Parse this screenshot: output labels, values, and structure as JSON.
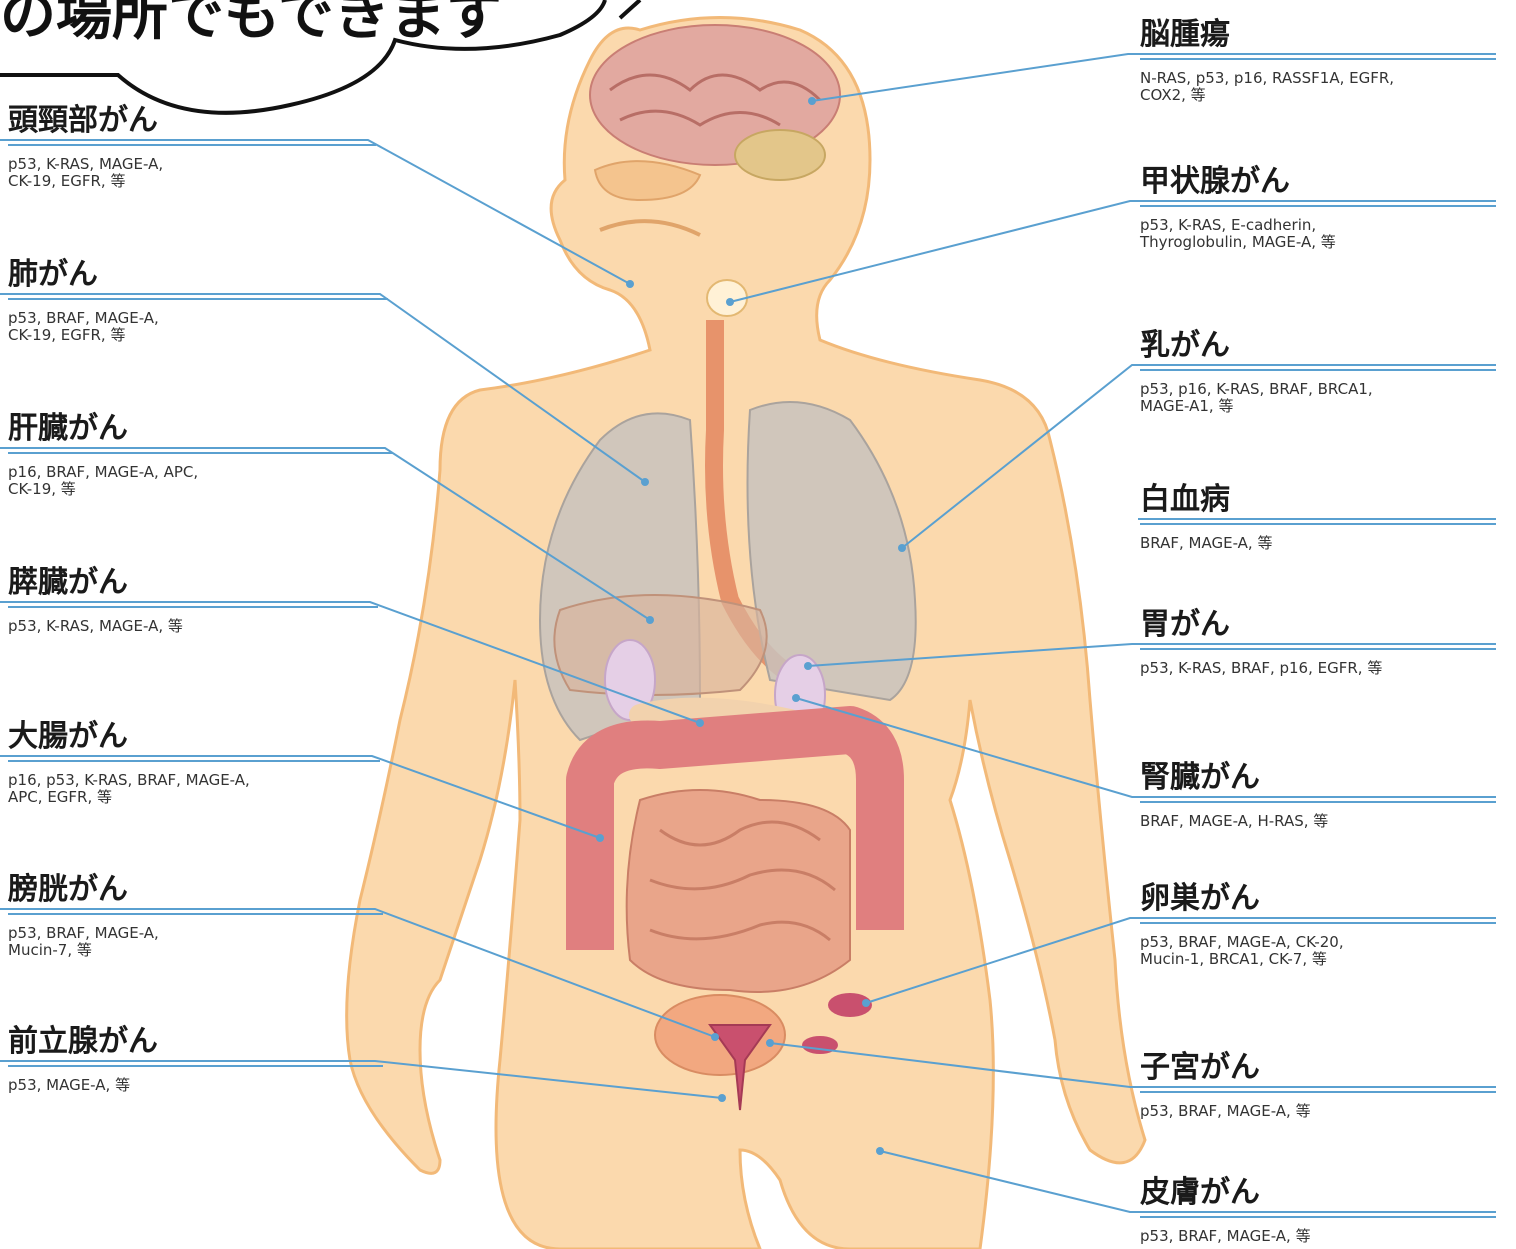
{
  "bubble": {
    "text": "の場所でもできます"
  },
  "labels": {
    "head_neck": {
      "name": "頭頸部がん",
      "markers": "p53, K-RAS, MAGE-A,\nCK-19, EGFR, 等"
    },
    "lung": {
      "name": "肺がん",
      "markers": "p53, BRAF, MAGE-A,\nCK-19, EGFR, 等"
    },
    "liver": {
      "name": "肝臓がん",
      "markers": "p16, BRAF, MAGE-A, APC,\nCK-19, 等"
    },
    "pancreas": {
      "name": "膵臓がん",
      "markers": "p53, K-RAS, MAGE-A, 等"
    },
    "colon": {
      "name": "大腸がん",
      "markers": "p16, p53, K-RAS, BRAF, MAGE-A,\nAPC, EGFR, 等"
    },
    "bladder": {
      "name": "膀胱がん",
      "markers": "p53, BRAF, MAGE-A,\nMucin-7, 等"
    },
    "prostate": {
      "name": "前立腺がん",
      "markers": "p53, MAGE-A, 等"
    },
    "brain": {
      "name": "脳腫瘍",
      "markers": "N-RAS, p53, p16, RASSF1A, EGFR,\nCOX2, 等"
    },
    "thyroid": {
      "name": "甲状腺がん",
      "markers": "p53, K-RAS, E-cadherin,\nThyroglobulin, MAGE-A, 等"
    },
    "breast": {
      "name": "乳がん",
      "markers": "p53, p16, K-RAS, BRAF, BRCA1,\nMAGE-A1, 等"
    },
    "leukemia": {
      "name": "白血病",
      "markers": "BRAF, MAGE-A, 等"
    },
    "stomach": {
      "name": "胃がん",
      "markers": "p53, K-RAS, BRAF, p16, EGFR, 等"
    },
    "kidney": {
      "name": "腎臓がん",
      "markers": "BRAF, MAGE-A, H-RAS, 等"
    },
    "ovary": {
      "name": "卵巣がん",
      "markers": "p53, BRAF, MAGE-A, CK-20,\nMucin-1, BRCA1, CK-7, 等"
    },
    "uterus": {
      "name": "子宮がん",
      "markers": "p53, BRAF, MAGE-A, 等"
    },
    "skin": {
      "name": "皮膚がん",
      "markers": "p53, BRAF, MAGE-A, 等"
    }
  },
  "colors": {
    "skin": "#fbd9ad",
    "skin_edge": "#f2b978",
    "leader": "#5aa0d0",
    "intestine": "#e9a58a",
    "colon": "#e07f7f",
    "lung": "#c8c2bd",
    "brain": "#e2a9a0"
  }
}
